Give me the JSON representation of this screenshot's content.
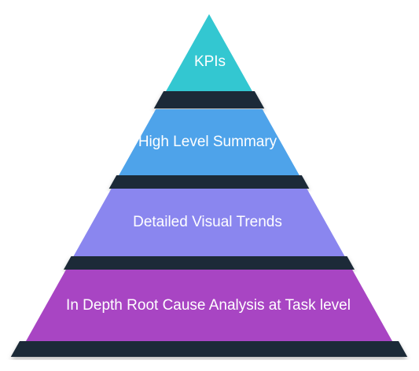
{
  "colors": {
    "band": "#1b2b37",
    "band_dark": "#0f1c26"
  },
  "tiers": [
    {
      "label": "KPIs",
      "color": "#33c7d1"
    },
    {
      "label": "High Level Summary",
      "color": "#4ea3ea"
    },
    {
      "label": "Detailed Visual Trends",
      "color": "#8a86ef"
    },
    {
      "label": "In Depth Root Cause Analysis at Task level",
      "color": "#a845c3"
    }
  ]
}
